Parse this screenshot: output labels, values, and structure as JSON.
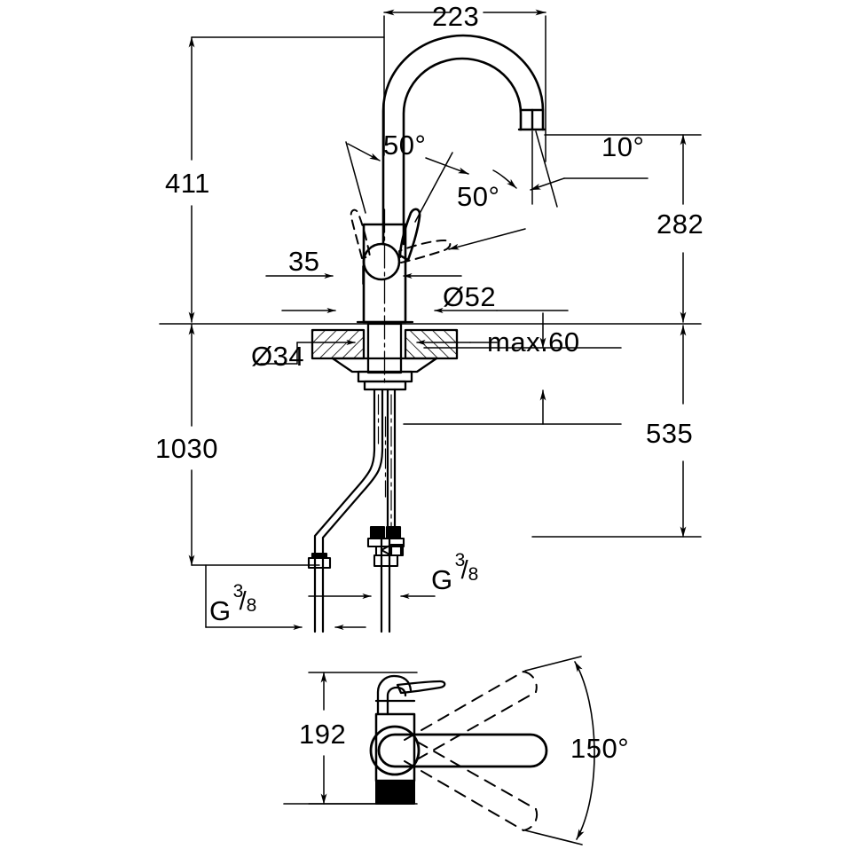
{
  "document": {
    "type": "technical-dimension-drawing",
    "subject": "single-lever kitchen mixer tap with C-spout",
    "units": "mm",
    "background_color": "#ffffff",
    "line_color": "#000000"
  },
  "views": {
    "elevation": {
      "name": "front-elevation-view",
      "description": "Side elevation of faucet above and below counter with supply hoses"
    },
    "plan": {
      "name": "top-plan-view",
      "description": "Plan view of spout showing swivel range with dashed outlines"
    }
  },
  "dimensions": {
    "spout_reach": {
      "label": "223",
      "orientation": "horizontal",
      "position": "top"
    },
    "total_height_above_counter": {
      "label": "411",
      "orientation": "vertical",
      "position": "left-upper"
    },
    "hose_length_below_counter": {
      "label": "1030",
      "orientation": "vertical",
      "position": "left-lower"
    },
    "spout_outlet_height": {
      "label": "282",
      "orientation": "vertical",
      "position": "right-upper"
    },
    "below_counter_depth": {
      "label": "535",
      "orientation": "vertical",
      "position": "right-lower"
    },
    "lever_offset": {
      "label": "35",
      "orientation": "horizontal",
      "position": "left-of-body"
    },
    "body_diameter": {
      "label": "Ø52",
      "orientation": "horizontal",
      "position": "right-of-body"
    },
    "tap_hole_diameter": {
      "label": "Ø34",
      "orientation": "horizontal",
      "position": "left-below-counter"
    },
    "max_counter_thickness": {
      "label": "max.60",
      "orientation": "vertical",
      "position": "right-below-counter"
    },
    "lever_up_angle": {
      "label": "50°",
      "position": "upper-left-of-lever"
    },
    "lever_down_angle": {
      "label": "50°",
      "position": "right-of-lever"
    },
    "outlet_angle": {
      "label": "10°",
      "position": "right-of-spout-outlet"
    },
    "connection_thread_left": {
      "label_prefix": "G",
      "label_numerator": "3",
      "label_slash": "/",
      "label_denominator": "8",
      "position": "left-hose"
    },
    "connection_thread_right": {
      "label_prefix": "G",
      "label_numerator": "3",
      "label_slash": "/",
      "label_denominator": "8",
      "position": "right-hose"
    },
    "plan_depth": {
      "label": "192",
      "orientation": "vertical",
      "position": "plan-left"
    },
    "swivel_range": {
      "label": "150°",
      "position": "plan-right"
    }
  }
}
